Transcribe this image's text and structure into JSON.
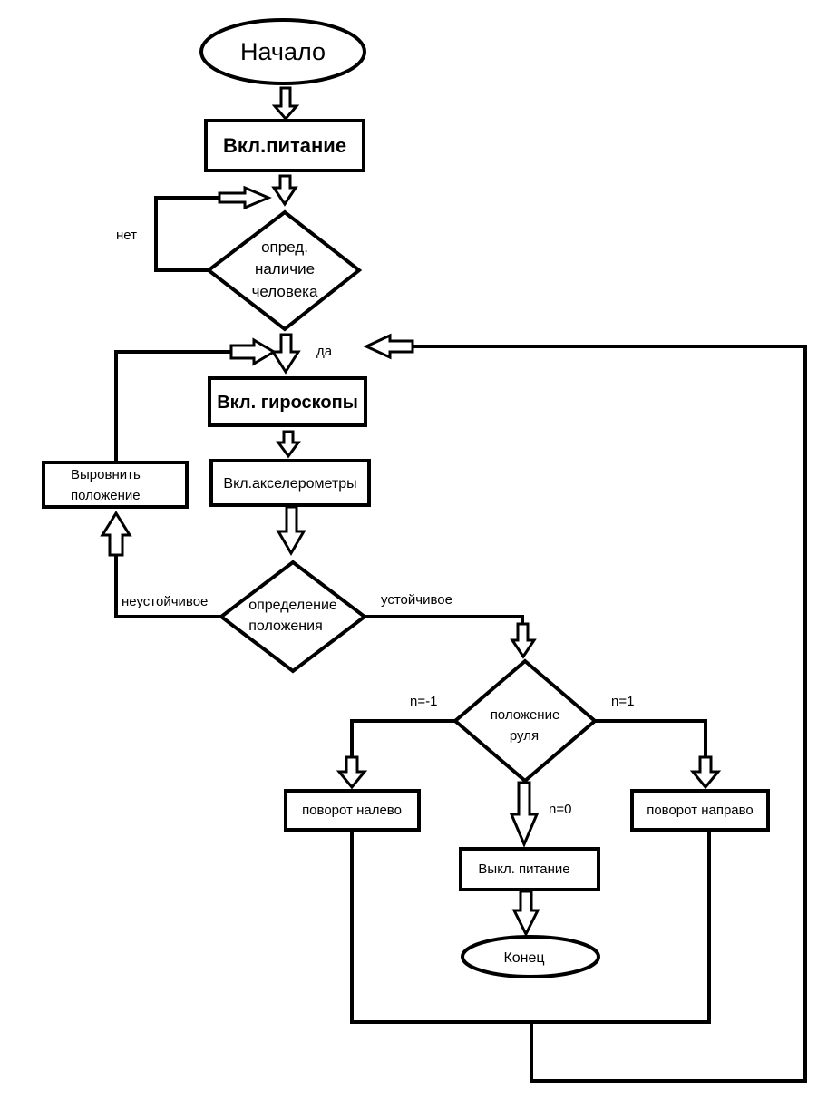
{
  "nodes": {
    "start": "Начало",
    "power_on": "Вкл.питание",
    "detect_person": [
      "опред.",
      "наличие",
      "человека"
    ],
    "gyro_on": "Вкл. гироскопы",
    "accel_on": "Вкл.акселерометры",
    "level_position": [
      "Выровнить",
      "положение"
    ],
    "position_check": [
      "определение",
      "положения"
    ],
    "wheel_position": [
      "положение",
      "руля"
    ],
    "turn_left": "поворот налево",
    "turn_right": "поворот направо",
    "power_off": "Выкл. питание",
    "end": "Конец"
  },
  "labels": {
    "no": "нет",
    "yes": "да",
    "unstable": "неустойчивое",
    "stable": "устойчивое",
    "n_minus_1": "n=-1",
    "n_plus_1": "n=1",
    "n_zero": "n=0"
  }
}
